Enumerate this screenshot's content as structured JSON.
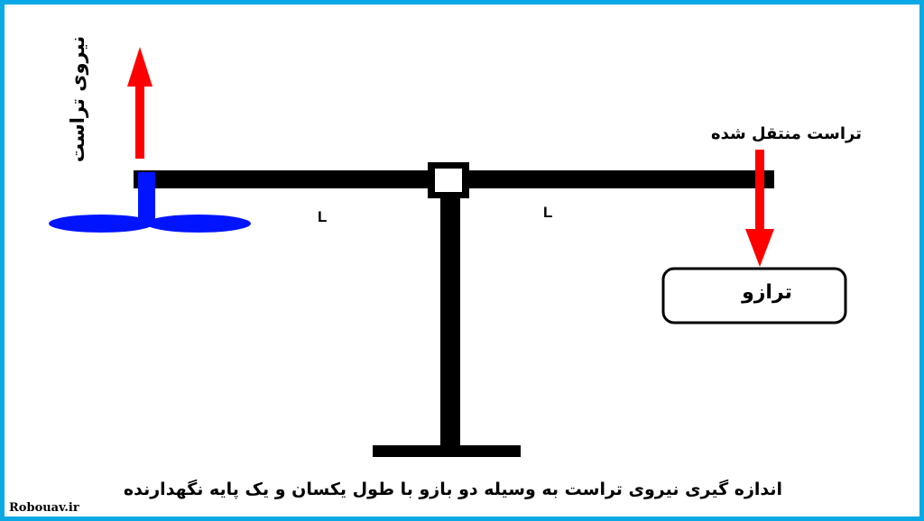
{
  "labels": {
    "thrust": "نیروی تراست",
    "transferred_thrust": "تراست منتقل شده",
    "scale": "ترازو",
    "arm_left": "L",
    "arm_right": "L"
  },
  "caption": "اندازه گیری نیروی تراست به وسیله دو بازو با طول یکسان و یک پایه نگهدارنده",
  "watermark": "Robouav.ir",
  "colors": {
    "frame": "#0aa9e6",
    "propeller": "#0014ff",
    "arrow": "#ff0000",
    "beam": "#000000"
  }
}
